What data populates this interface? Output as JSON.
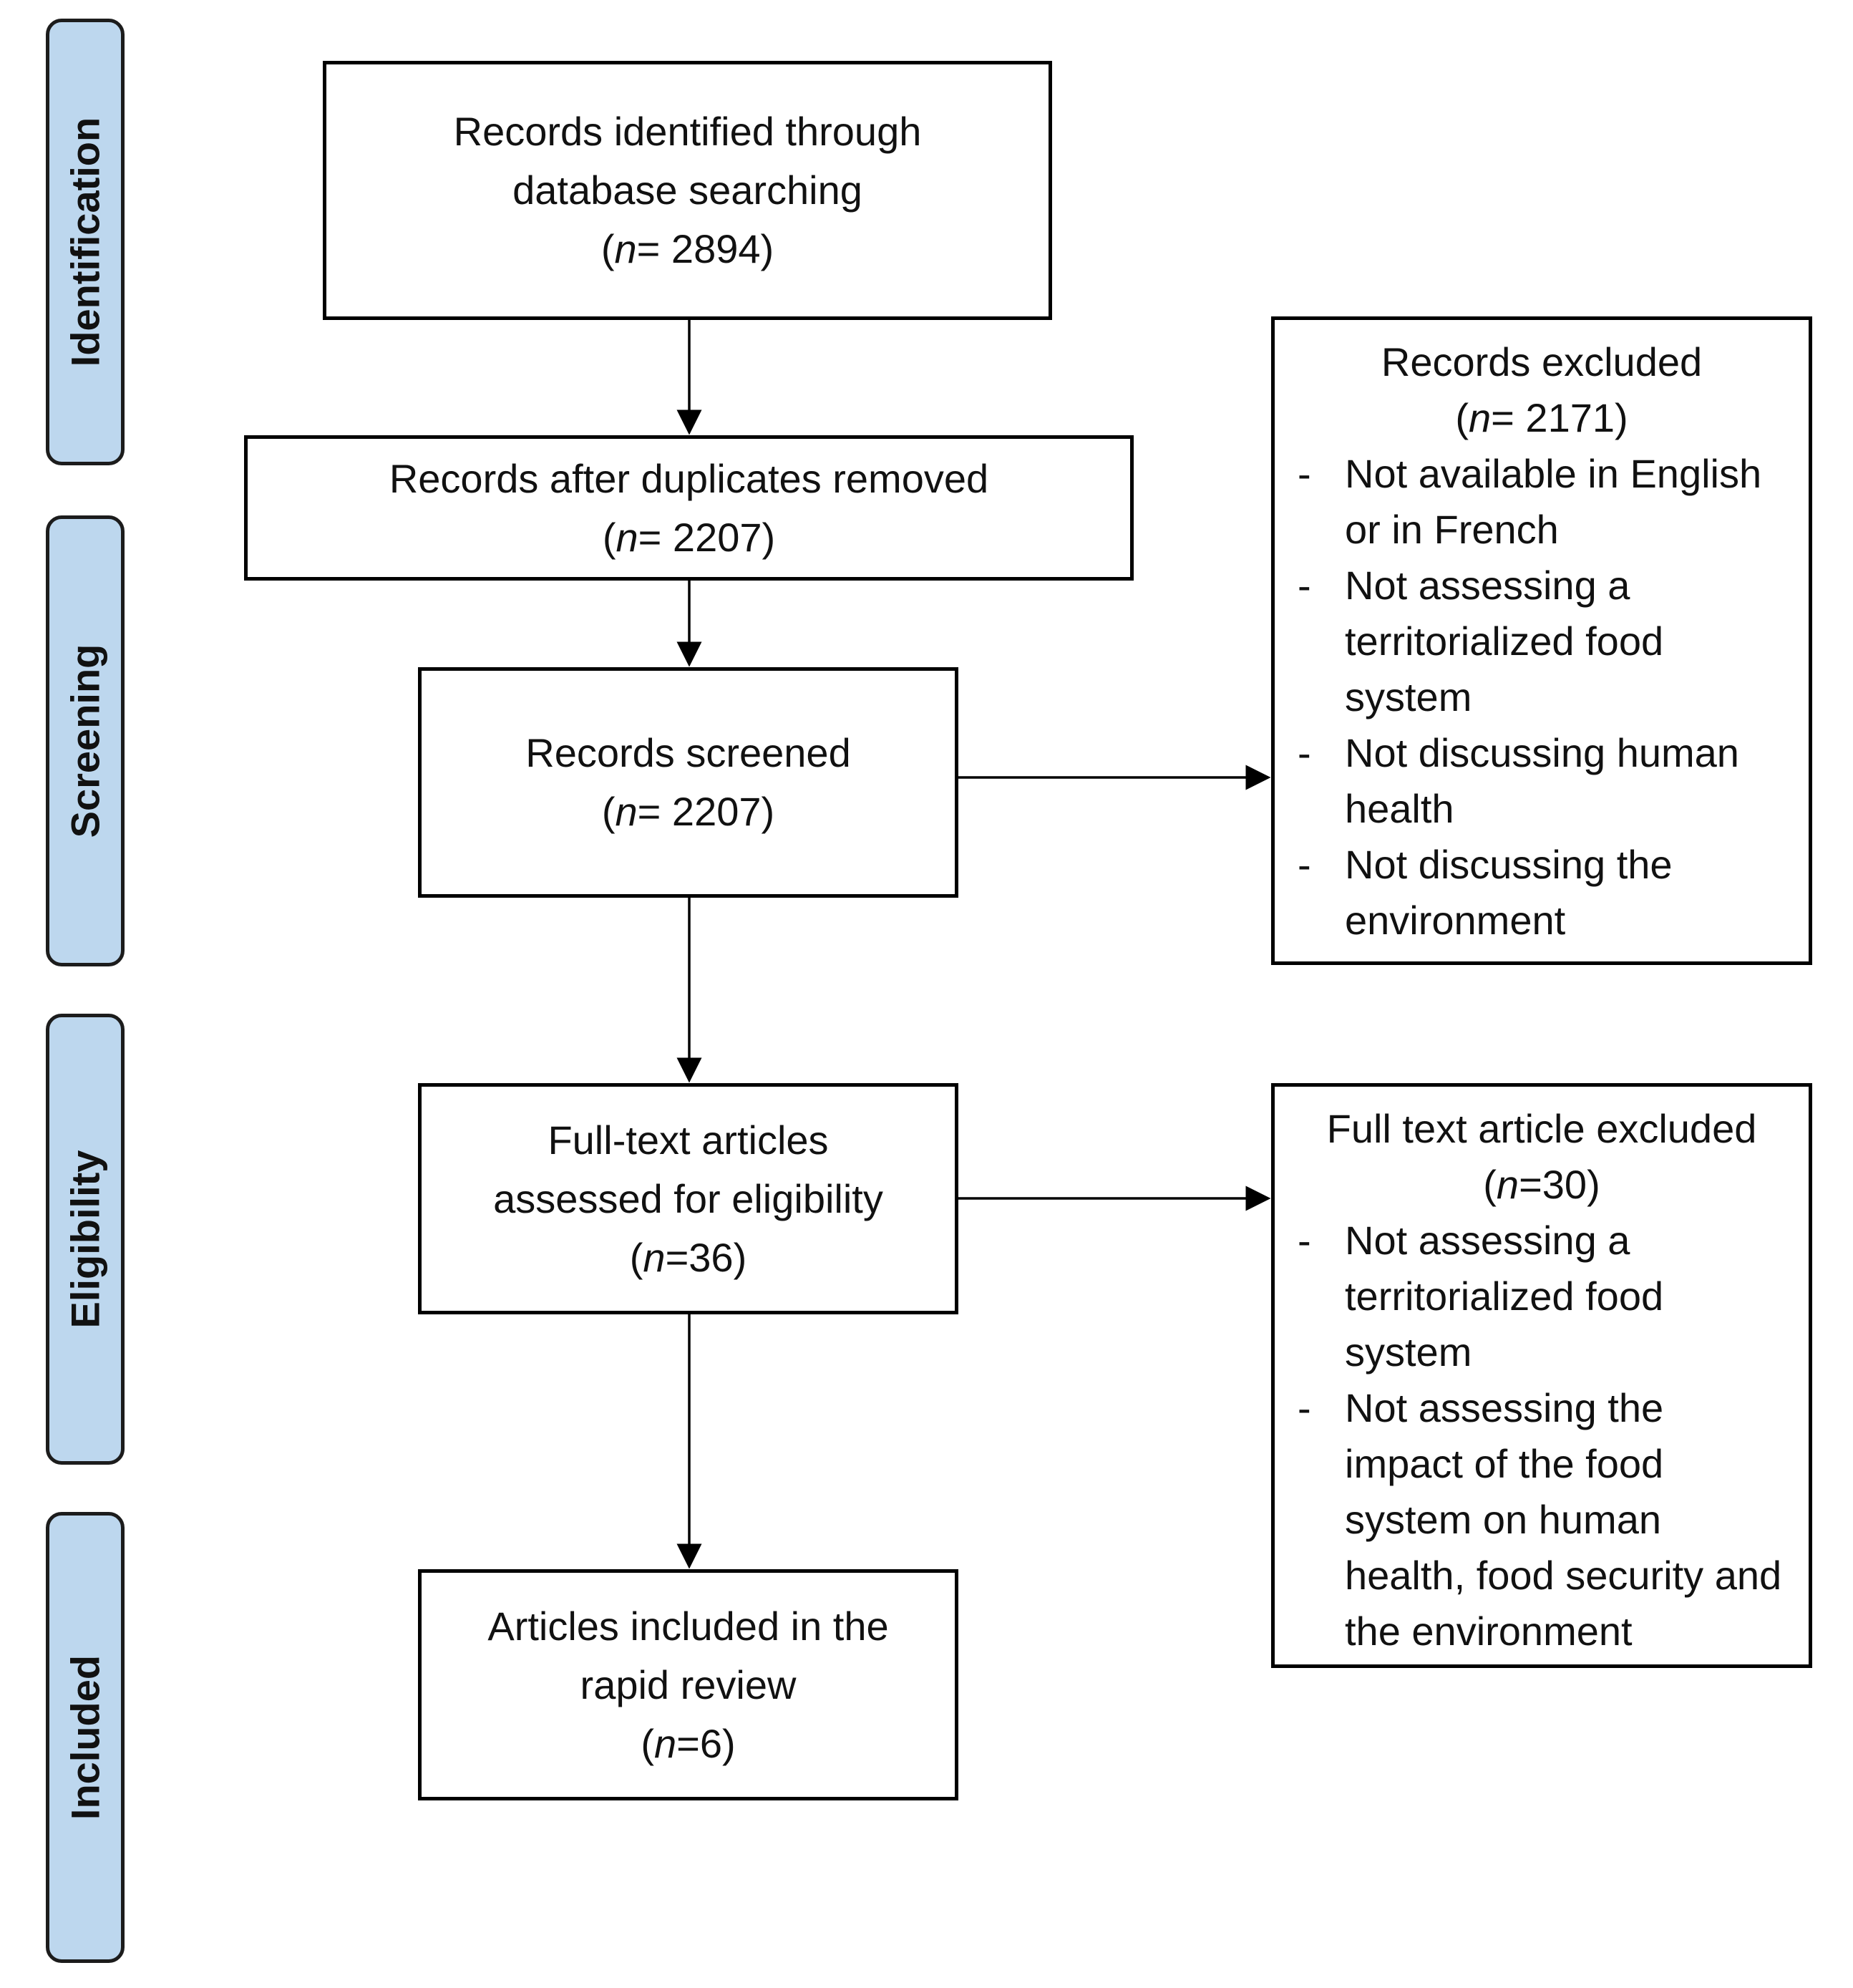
{
  "stages": [
    {
      "label": "Identification"
    },
    {
      "label": "Screening"
    },
    {
      "label": "Eligibility"
    },
    {
      "label": "Included"
    }
  ],
  "boxes": {
    "identified": {
      "lines": [
        "Records identified through",
        "database searching"
      ],
      "n_prefix": "n",
      "n_value": "= 2894"
    },
    "after_duplicates": {
      "lines": [
        "Records after duplicates removed"
      ],
      "n_prefix": "n",
      "n_value": "= 2207"
    },
    "screened": {
      "lines": [
        "Records screened"
      ],
      "n_prefix": "n",
      "n_value": "= 2207"
    },
    "full_text": {
      "lines": [
        "Full-text articles",
        "assessed for eligibility"
      ],
      "n_prefix": "n",
      "n_value": "=36"
    },
    "included": {
      "lines": [
        "Articles included in the",
        "rapid review"
      ],
      "n_prefix": "n",
      "n_value": "=6"
    }
  },
  "records_excluded": {
    "title": "Records excluded",
    "n_prefix": "n",
    "n_value": "= 2171",
    "reasons": [
      "Not available in English or in French",
      "Not assessing a territorialized food system",
      "Not discussing human health",
      "Not discussing the environment"
    ]
  },
  "full_text_excluded": {
    "title": "Full text article excluded",
    "n_prefix": "n",
    "n_value": "=30",
    "reasons": [
      "Not assessing a territorialized food system",
      "Not assessing the impact of the food system on human health, food security and the environment"
    ]
  }
}
